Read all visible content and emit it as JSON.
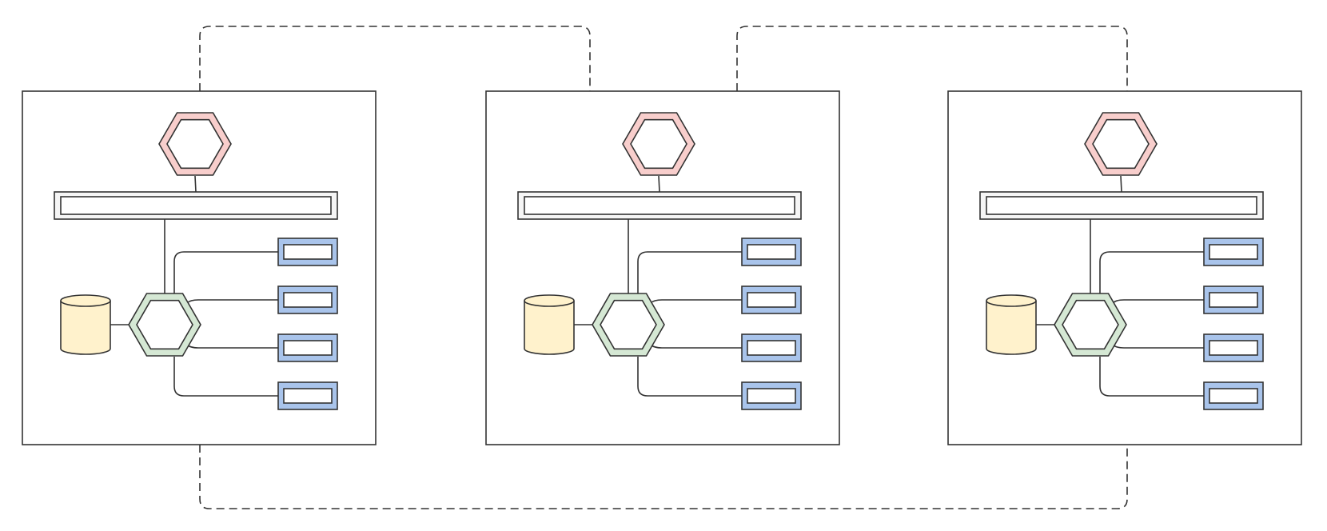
{
  "colors": {
    "background": "#ffffff",
    "stroke": "#333333",
    "top_hexagon_fill": "#f8cecc",
    "hub_hexagon_fill": "#d5e8d4",
    "database_fill": "#fff2cc",
    "endpoint_fill": "#a9c4eb",
    "bar_fill": "#f5f5f5",
    "inner_fill": "#ffffff"
  },
  "diagram": {
    "modules": [
      {
        "id": "module-1",
        "top_node": "red-hexagon",
        "bar": "horizontal-bar",
        "hub": "green-hexagon",
        "database": "database-cylinder",
        "endpoints": [
          "endpoint-1",
          "endpoint-2",
          "endpoint-3",
          "endpoint-4"
        ]
      },
      {
        "id": "module-2",
        "top_node": "red-hexagon",
        "bar": "horizontal-bar",
        "hub": "green-hexagon",
        "database": "database-cylinder",
        "endpoints": [
          "endpoint-1",
          "endpoint-2",
          "endpoint-3",
          "endpoint-4"
        ]
      },
      {
        "id": "module-3",
        "top_node": "red-hexagon",
        "bar": "horizontal-bar",
        "hub": "green-hexagon",
        "database": "database-cylinder",
        "endpoints": [
          "endpoint-1",
          "endpoint-2",
          "endpoint-3",
          "endpoint-4"
        ]
      }
    ],
    "links": [
      {
        "id": "link-1-2",
        "from": "module-1",
        "to": "module-2",
        "style": "dashed",
        "side": "top"
      },
      {
        "id": "link-2-3",
        "from": "module-2",
        "to": "module-3",
        "style": "dashed",
        "side": "top"
      },
      {
        "id": "link-1-3",
        "from": "module-1",
        "to": "module-3",
        "style": "dashed",
        "side": "bottom"
      }
    ]
  }
}
